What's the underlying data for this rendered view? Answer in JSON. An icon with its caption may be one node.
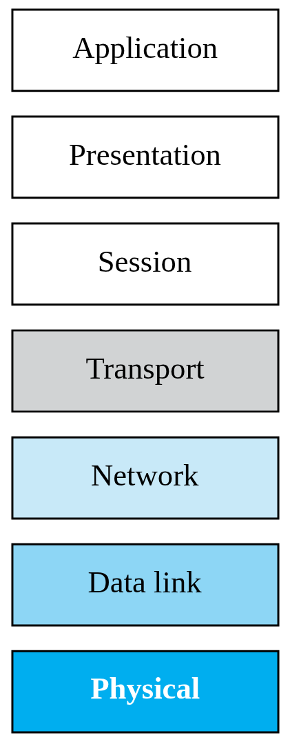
{
  "diagram": {
    "nodes": [
      {
        "text": [
          "Application"
        ]
      },
      {
        "text": [
          "Presentation"
        ]
      },
      {
        "text": [
          "Session"
        ]
      },
      {
        "text": [
          "Transport"
        ]
      },
      {
        "text": [
          "Network"
        ]
      },
      {
        "text": [
          "Data link"
        ]
      },
      {
        "text": [
          "Physical"
        ]
      }
    ],
    "edges": []
  }
}
